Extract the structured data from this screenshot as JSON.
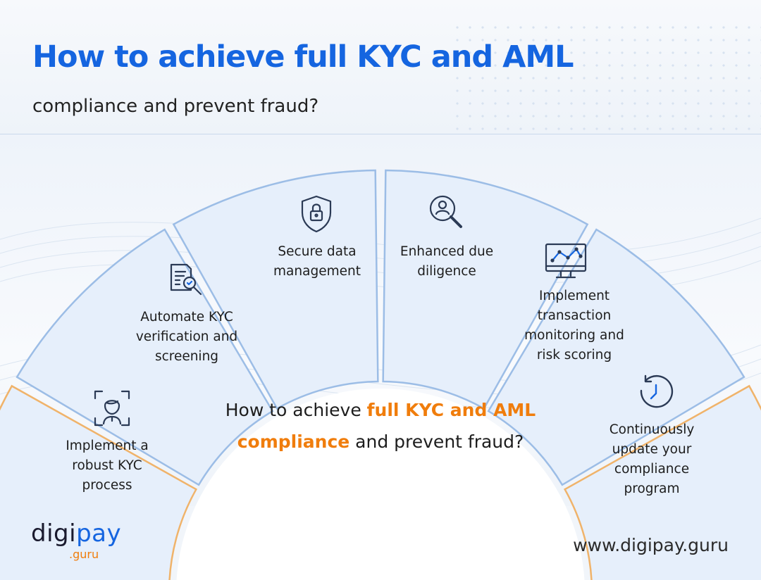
{
  "header": {
    "title": "How to achieve full KYC and AML",
    "subtitle": "compliance and prevent fraud?"
  },
  "segments": [
    {
      "label": "Implement a\nrobust KYC\nprocess",
      "icon": "face-scan-icon",
      "highlight": true
    },
    {
      "label": "Automate KYC\nverification and\nscreening",
      "icon": "document-search-icon",
      "highlight": false
    },
    {
      "label": "Secure data\nmanagement",
      "icon": "shield-lock-icon",
      "highlight": false
    },
    {
      "label": "Enhanced due\ndiligence",
      "icon": "user-search-icon",
      "highlight": false
    },
    {
      "label": "Implement\ntransaction\nmonitoring and\nrisk scoring",
      "icon": "monitor-chart-icon",
      "highlight": false
    },
    {
      "label": "Continuously\nupdate your\ncompliance\nprogram",
      "icon": "clock-refresh-icon",
      "highlight": true
    }
  ],
  "center": {
    "before": "How to achieve ",
    "highlight": "full KYC and AML compliance",
    "after": " and prevent fraud?"
  },
  "footer": {
    "logo_main_a": "digi",
    "logo_main_b": "pay",
    "logo_sub": ".guru",
    "url": "www.digipay.guru"
  },
  "colors": {
    "title": "#1565e0",
    "accent": "#f07d0c",
    "segment_fill": "#e6effb",
    "segment_stroke_blue": "#9cbde6",
    "segment_stroke_orange": "#f0b36a",
    "icon": "#2b3a55"
  }
}
